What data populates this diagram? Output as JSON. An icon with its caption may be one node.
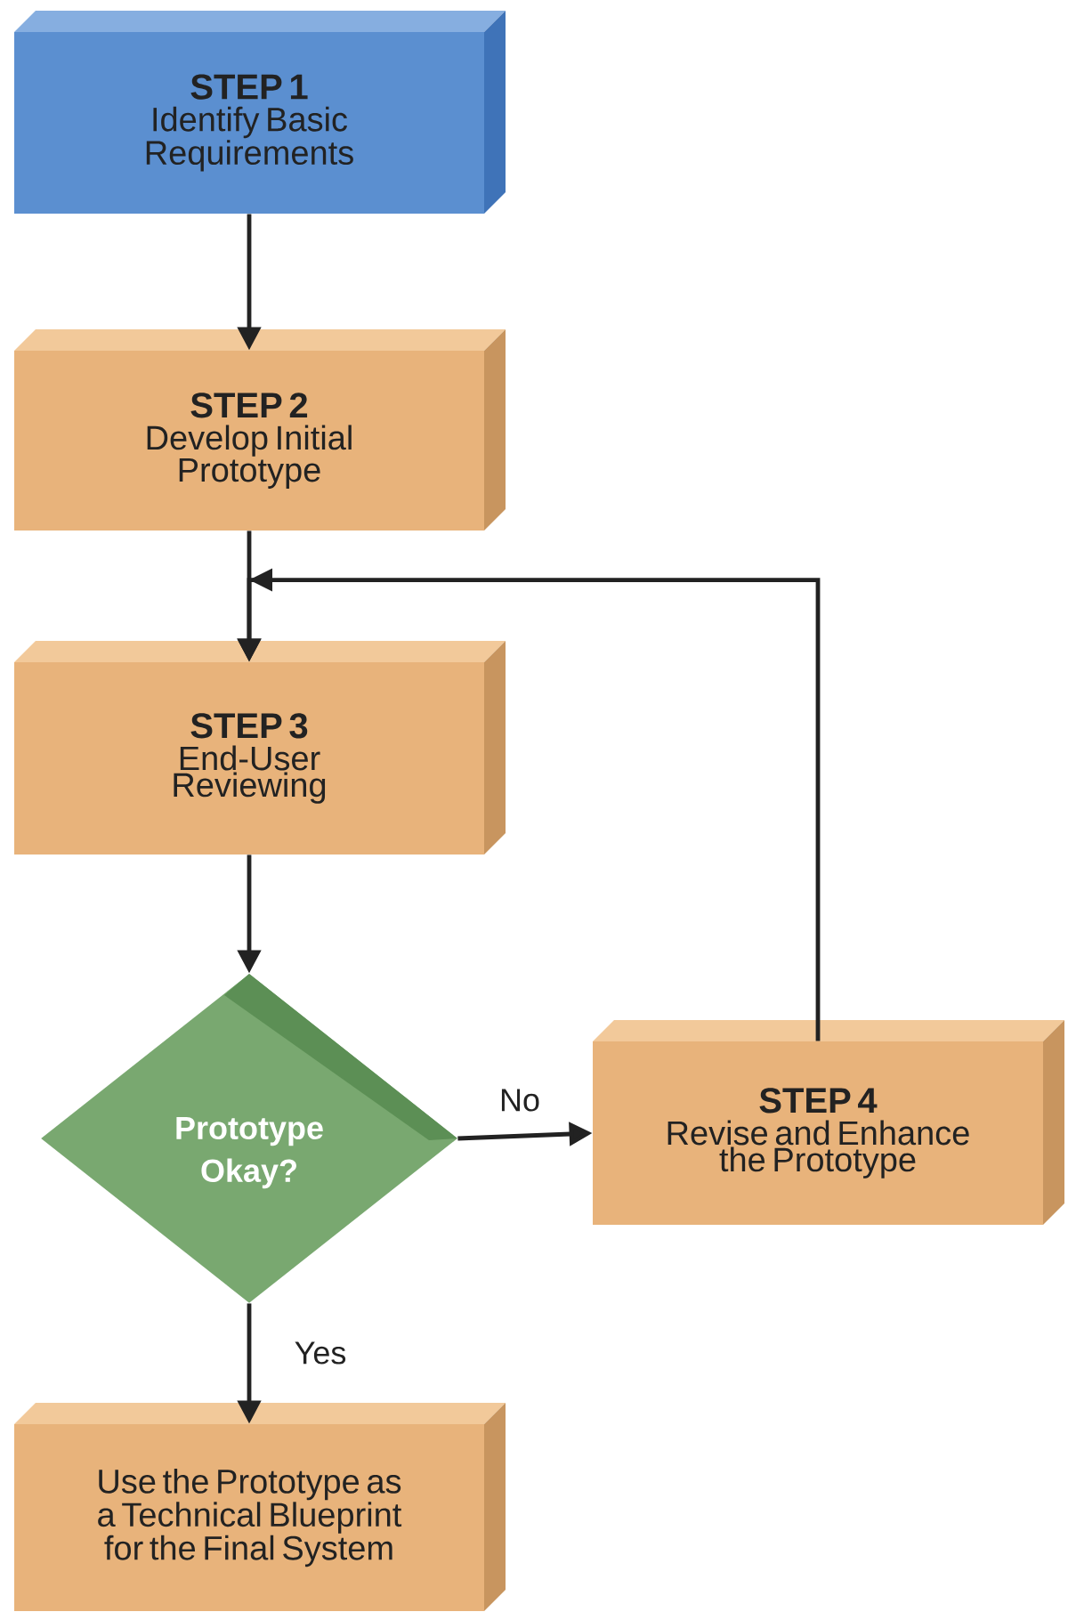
{
  "diagram": {
    "nodes": [
      {
        "text": [
          "STEP 1",
          "Identify Basic Requirements"
        ]
      },
      {
        "text": [
          "STEP 2",
          "Develop Initial Prototype"
        ]
      },
      {
        "text": [
          "STEP 3",
          "End-User Reviewing"
        ]
      },
      {
        "text": [
          "Prototype Okay?"
        ]
      },
      {
        "text": [
          "STEP 4",
          "Revise and Enhance the Prototype"
        ]
      },
      {
        "text": [
          "Use the Prototype as a Technical Blueprint for the Final System"
        ]
      }
    ],
    "edges": [
      {
        "from": 0,
        "to": 1,
        "arrow": "to"
      },
      {
        "from": 1,
        "to": 2,
        "arrow": "to"
      },
      {
        "from": 2,
        "to": 3,
        "arrow": "to"
      },
      {
        "from": 3,
        "to": 4,
        "arrow": "to",
        "label": "No"
      },
      {
        "from": 3,
        "to": 5,
        "arrow": "to",
        "label": "Yes"
      },
      {
        "from": 4,
        "to": 2,
        "arrow": "to"
      }
    ]
  }
}
